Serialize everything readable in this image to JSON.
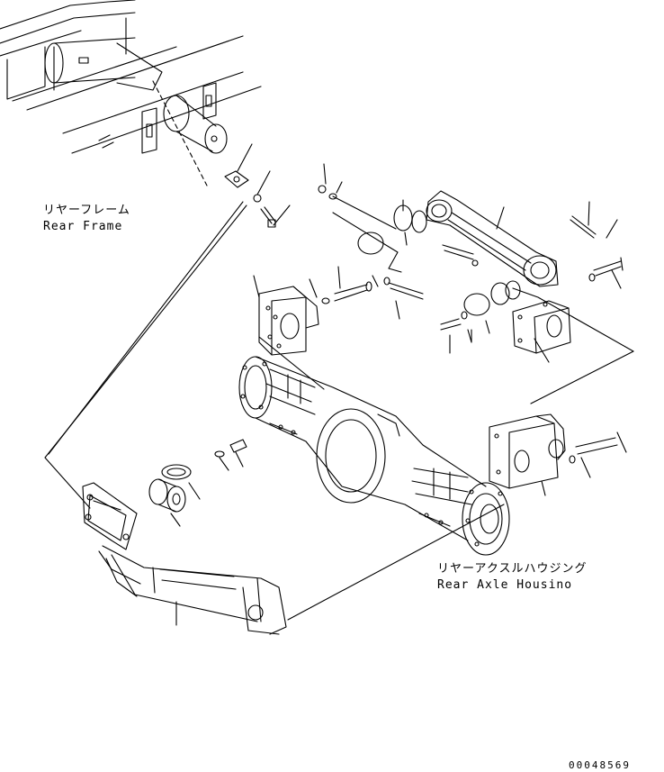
{
  "labels": {
    "rear_frame_jp": "リヤーフレーム",
    "rear_frame_en": "Rear Frame",
    "rear_axle_housing_jp": "リヤーアクスルハウジング",
    "rear_axle_housing_en": "Rear Axle Housino"
  },
  "drawing_number": "00048569",
  "colors": {
    "line": "#000000",
    "background": "#ffffff"
  }
}
